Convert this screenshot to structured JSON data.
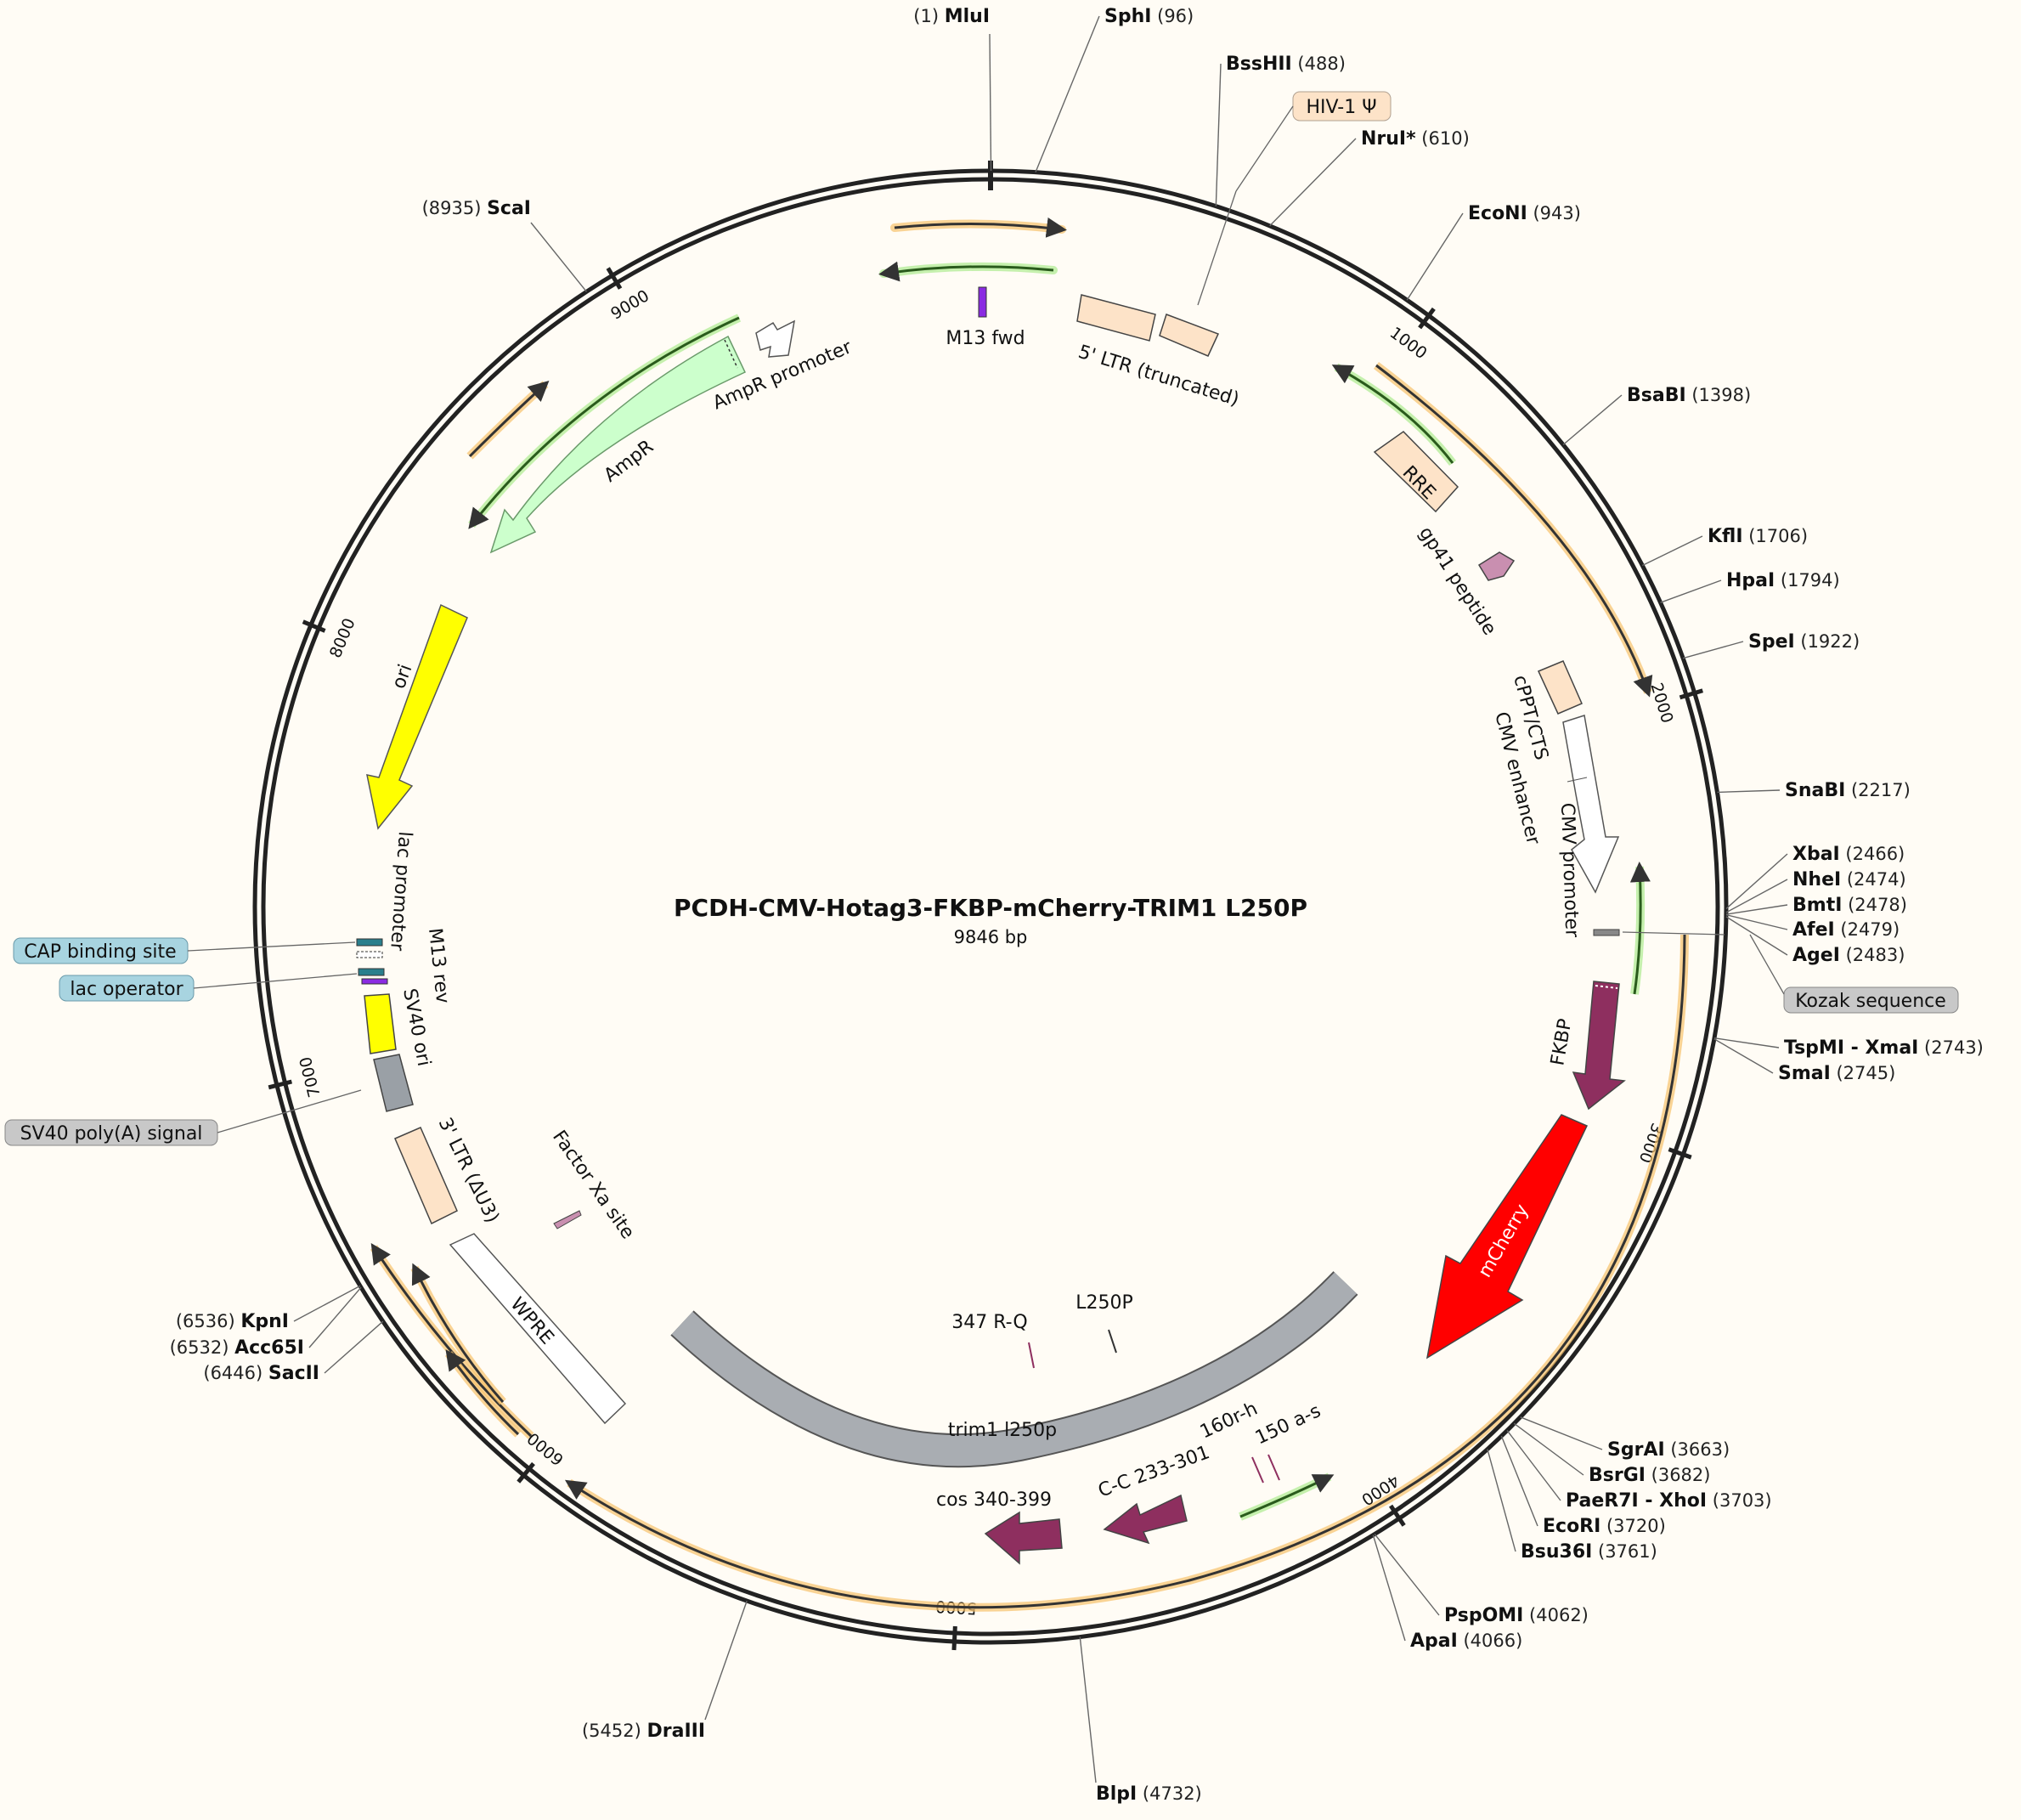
{
  "map": {
    "title": "PCDH-CMV-Hotag3-FKBP-mCherry-TRIM1 L250P",
    "length_label": "9846 bp",
    "total_bp": 9846
  },
  "ticks": [
    "1000",
    "2000",
    "3000",
    "4000",
    "5000",
    "6000",
    "7000",
    "8000",
    "9000"
  ],
  "sites_right": [
    {
      "name": "MluI",
      "pos": "(1)",
      "bp": 1
    },
    {
      "name": "SphI",
      "pos": "(96)",
      "bp": 96
    },
    {
      "name": "BssHII",
      "pos": "(488)",
      "bp": 488
    },
    {
      "name": "NruI*",
      "pos": "(610)",
      "bp": 610
    },
    {
      "name": "EcoNI",
      "pos": "(943)",
      "bp": 943
    },
    {
      "name": "BsaBI",
      "pos": "(1398)",
      "bp": 1398
    },
    {
      "name": "KflI",
      "pos": "(1706)",
      "bp": 1706
    },
    {
      "name": "HpaI",
      "pos": "(1794)",
      "bp": 1794
    },
    {
      "name": "SpeI",
      "pos": "(1922)",
      "bp": 1922
    },
    {
      "name": "SnaBI",
      "pos": "(2217)",
      "bp": 2217
    },
    {
      "name": "XbaI",
      "pos": "(2466)",
      "bp": 2466
    },
    {
      "name": "NheI",
      "pos": "(2474)",
      "bp": 2474
    },
    {
      "name": "BmtI",
      "pos": "(2478)",
      "bp": 2478
    },
    {
      "name": "AfeI",
      "pos": "(2479)",
      "bp": 2479
    },
    {
      "name": "AgeI",
      "pos": "(2483)",
      "bp": 2483
    },
    {
      "name": "TspMI - XmaI",
      "pos": "(2743)",
      "bp": 2743
    },
    {
      "name": "SmaI",
      "pos": "(2745)",
      "bp": 2745
    },
    {
      "name": "SgrAI",
      "pos": "(3663)",
      "bp": 3663
    },
    {
      "name": "BsrGI",
      "pos": "(3682)",
      "bp": 3682
    },
    {
      "name": "PaeR7I - XhoI",
      "pos": "(3703)",
      "bp": 3703
    },
    {
      "name": "EcoRI",
      "pos": "(3720)",
      "bp": 3720
    },
    {
      "name": "Bsu36I",
      "pos": "(3761)",
      "bp": 3761
    },
    {
      "name": "PspOMI",
      "pos": "(4062)",
      "bp": 4062
    },
    {
      "name": "ApaI",
      "pos": "(4066)",
      "bp": 4066
    },
    {
      "name": "BlpI",
      "pos": "(4732)",
      "bp": 4732
    }
  ],
  "sites_left": [
    {
      "name": "DraIII",
      "pos": "(5452)",
      "bp": 5452
    },
    {
      "name": "SacII",
      "pos": "(6446)",
      "bp": 6446
    },
    {
      "name": "Acc65I",
      "pos": "(6532)",
      "bp": 6532
    },
    {
      "name": "KpnI",
      "pos": "(6536)",
      "bp": 6536
    },
    {
      "name": "ScaI",
      "pos": "(8935)",
      "bp": 8935
    }
  ],
  "boxed_labels": [
    {
      "text": "HIV-1 Ψ",
      "color": "#fde3c8"
    },
    {
      "text": "Kozak sequence",
      "color": "#c8c8c8"
    },
    {
      "text": "CAP binding site",
      "color": "#a8d4e0"
    },
    {
      "text": "lac operator",
      "color": "#a8d4e0"
    },
    {
      "text": "SV40 poly(A) signal",
      "color": "#c8c8c8"
    }
  ],
  "features": [
    {
      "name": "M13 fwd",
      "icon": "primer-site"
    },
    {
      "name": "5' LTR (truncated)",
      "color": "#fde3c8"
    },
    {
      "name": "RRE",
      "color": "#fde3c8"
    },
    {
      "name": "gp41 peptide",
      "color": "#c98fb0"
    },
    {
      "name": "cPPT/CTS",
      "color": "#fde3c8"
    },
    {
      "name": "CMV enhancer",
      "color": "#ffffff"
    },
    {
      "name": "CMV promoter",
      "color": "#ffffff"
    },
    {
      "name": "FKBP",
      "color": "#8e2f5f"
    },
    {
      "name": "mCherry",
      "color": "#ff0000"
    },
    {
      "name": "trim1 l250p",
      "color": "#a9adb2"
    },
    {
      "name": "347 R-Q"
    },
    {
      "name": "L250P"
    },
    {
      "name": "160r-h"
    },
    {
      "name": "150 a-s"
    },
    {
      "name": "C-C 233-301",
      "color": "#8e2f5f"
    },
    {
      "name": "cos 340-399",
      "color": "#8e2f5f"
    },
    {
      "name": "Factor Xa site",
      "color": "#c98fb0"
    },
    {
      "name": "WPRE",
      "color": "#ffffff"
    },
    {
      "name": "3' LTR (ΔU3)",
      "color": "#fde3c8"
    },
    {
      "name": "SV40 ori",
      "color": "#ffff00"
    },
    {
      "name": "M13 rev"
    },
    {
      "name": "lac promoter"
    },
    {
      "name": "ori",
      "color": "#ffff00"
    },
    {
      "name": "AmpR",
      "color": "#ccffcc"
    },
    {
      "name": "AmpR promoter",
      "color": "#ffffff"
    }
  ]
}
